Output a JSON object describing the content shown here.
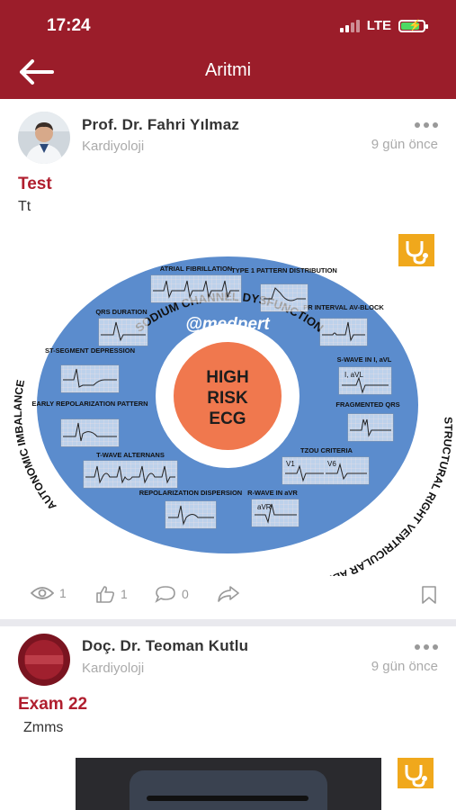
{
  "status": {
    "time": "17:24",
    "network": "LTE"
  },
  "nav": {
    "title": "Aritmi"
  },
  "posts": [
    {
      "author": "Prof. Dr. Fahri  Yılmaz",
      "department": "Kardiyoloji",
      "time_ago": "9 gün önce",
      "title": "Test",
      "body": "Tt",
      "stats": {
        "views": "1",
        "likes": "1",
        "comments": "0"
      }
    },
    {
      "author": "Doç. Dr. Teoman Kutlu",
      "department": "Kardiyoloji",
      "time_ago": "9 gün önce",
      "title": "Exam 22",
      "body": "Zmms"
    }
  ],
  "infographic": {
    "top_arc": "SODIUM CHANNEL DYSFUNCTION",
    "left_arc": "AUTONOMIC IMBALANCE",
    "right_arc": "STRUCTURAL RIGHT VENTRICULAR ABNORMALITIES",
    "watermark": "@medpert",
    "center": [
      "HIGH",
      "RISK",
      "ECG"
    ],
    "items": [
      "ATRIAL FIBRILLATION",
      "TYPE 1 PATTERN DISTRIBUTION",
      "PR INTERVAL AV-BLOCK",
      "S-WAVE IN I, aVL",
      "FRAGMENTED QRS",
      "TZOU CRITERIA",
      "R-WAVE IN aVR",
      "REPOLARIZATION DISPERSION",
      "T-WAVE ALTERNANS",
      "EARLY REPOLARIZATION PATTERN",
      "ST-SEGMENT DEPRESSION",
      "QRS DURATION"
    ],
    "lead_labels": {
      "s_wave": "I, aVL",
      "tzou_v1": "V1",
      "tzou_v6": "V6",
      "avr": "aVR"
    }
  },
  "colors": {
    "brand": "#9b1d2a",
    "title_red": "#b01e2e",
    "badge": "#f0a81c",
    "disk": "#5b8ccd",
    "center": "#f0784e"
  }
}
